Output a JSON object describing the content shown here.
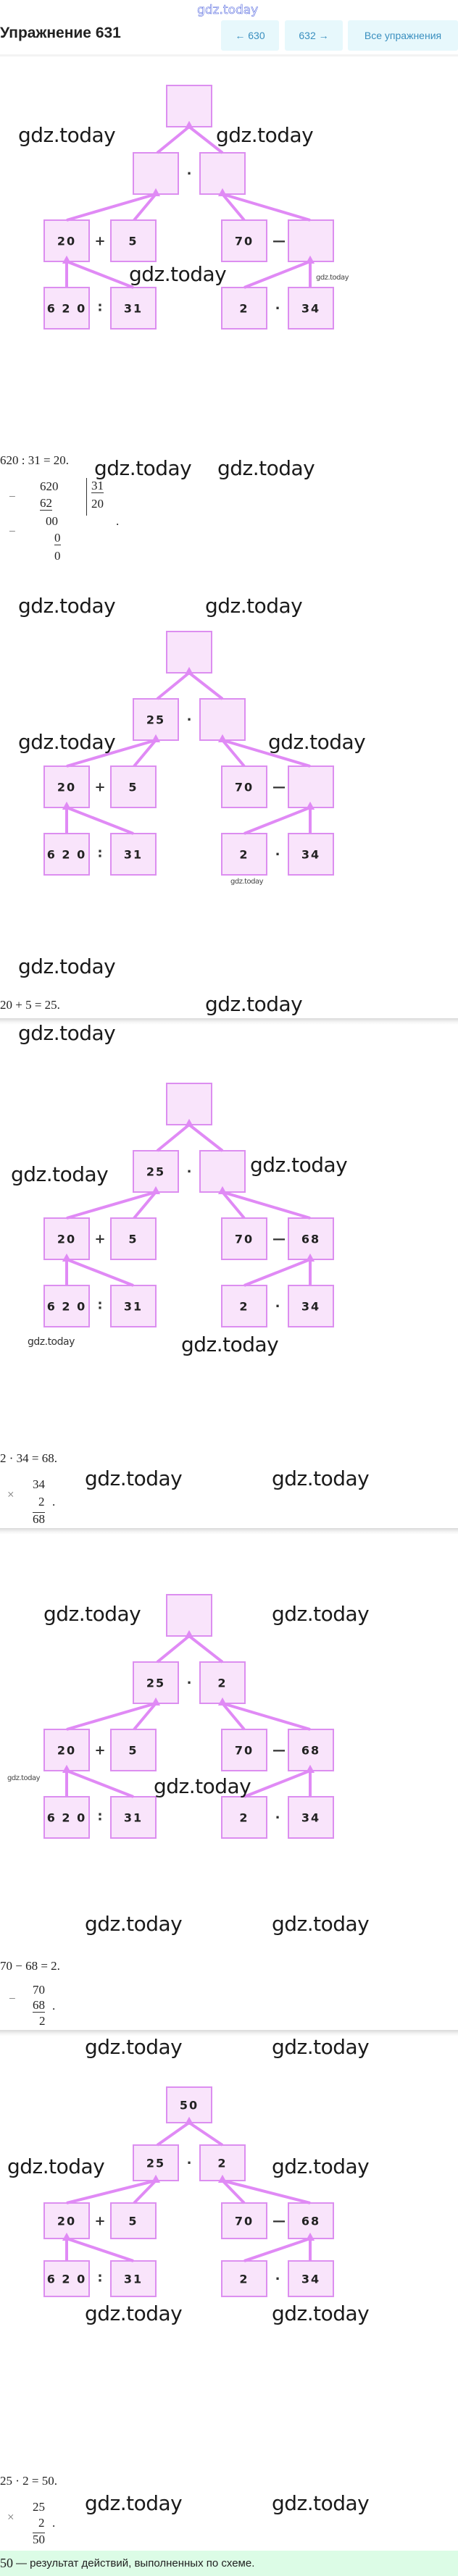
{
  "header": {
    "title": "Упражнение 631",
    "prev_label": "← 630",
    "next_label": "632 →",
    "all_label": "Все упражнения",
    "logo_watermark": "gdz.today"
  },
  "watermark": "gdz.today",
  "colors": {
    "box_fill": "#f9e4fb",
    "box_border": "#dc8ef0",
    "arrow": "#e08af5",
    "nav_bg": "#e7f8fc",
    "nav_text": "#3a8fbf",
    "banner_bg": "#dcfce6"
  },
  "trees": [
    {
      "top": "",
      "mid": [
        "",
        ""
      ],
      "ops2": "·",
      "l3": [
        "20",
        "5",
        "70",
        ""
      ],
      "ops3": [
        "+",
        "—"
      ],
      "l4": [
        "6 2 0",
        "31",
        "2",
        "34"
      ],
      "ops4": [
        ":",
        "·"
      ]
    },
    {
      "top": "",
      "mid": [
        "25",
        ""
      ],
      "ops2": "·",
      "l3": [
        "20",
        "5",
        "70",
        ""
      ],
      "ops3": [
        "+",
        "—"
      ],
      "l4": [
        "6 2 0",
        "31",
        "2",
        "34"
      ],
      "ops4": [
        ":",
        "·"
      ]
    },
    {
      "top": "",
      "mid": [
        "25",
        ""
      ],
      "ops2": "·",
      "l3": [
        "20",
        "5",
        "70",
        "68"
      ],
      "ops3": [
        "+",
        "—"
      ],
      "l4": [
        "6 2 0",
        "31",
        "2",
        "34"
      ],
      "ops4": [
        ":",
        "·"
      ]
    },
    {
      "top": "",
      "mid": [
        "25",
        "2"
      ],
      "ops2": "·",
      "l3": [
        "20",
        "5",
        "70",
        "68"
      ],
      "ops3": [
        "+",
        "—"
      ],
      "l4": [
        "6 2 0",
        "31",
        "2",
        "34"
      ],
      "ops4": [
        ":",
        "·"
      ]
    },
    {
      "top": "50",
      "mid": [
        "25",
        "2"
      ],
      "ops2": "·",
      "l3": [
        "20",
        "5",
        "70",
        "68"
      ],
      "ops3": [
        "+",
        "—"
      ],
      "l4": [
        "6 2 0",
        "31",
        "2",
        "34"
      ],
      "ops4": [
        ":",
        "·"
      ]
    }
  ],
  "steps": {
    "s1": {
      "equation": "620 : 31 = 20.",
      "dividend": "620",
      "sub1": "62",
      "rem1": "00",
      "sub2": "0",
      "rem2": "0",
      "divisor": "31",
      "quotient": "20",
      "minus": "−",
      "dot": "."
    },
    "s2": {
      "equation": "20 + 5 = 25."
    },
    "s3": {
      "equation": "2 · 34 = 68.",
      "a": "34",
      "b": "2",
      "result": "68",
      "times": "×",
      "dot": "."
    },
    "s4": {
      "equation": "70 − 68 = 2.",
      "a": "70",
      "b": "68",
      "result": "2",
      "minus": "−",
      "dot": "."
    },
    "s5": {
      "equation": "25 · 2 = 50.",
      "a": "25",
      "b": "2",
      "result": "50",
      "times": "×",
      "dot": "."
    }
  },
  "answer": {
    "number": "50",
    "text": "— результат действий, выполненных по схеме."
  }
}
